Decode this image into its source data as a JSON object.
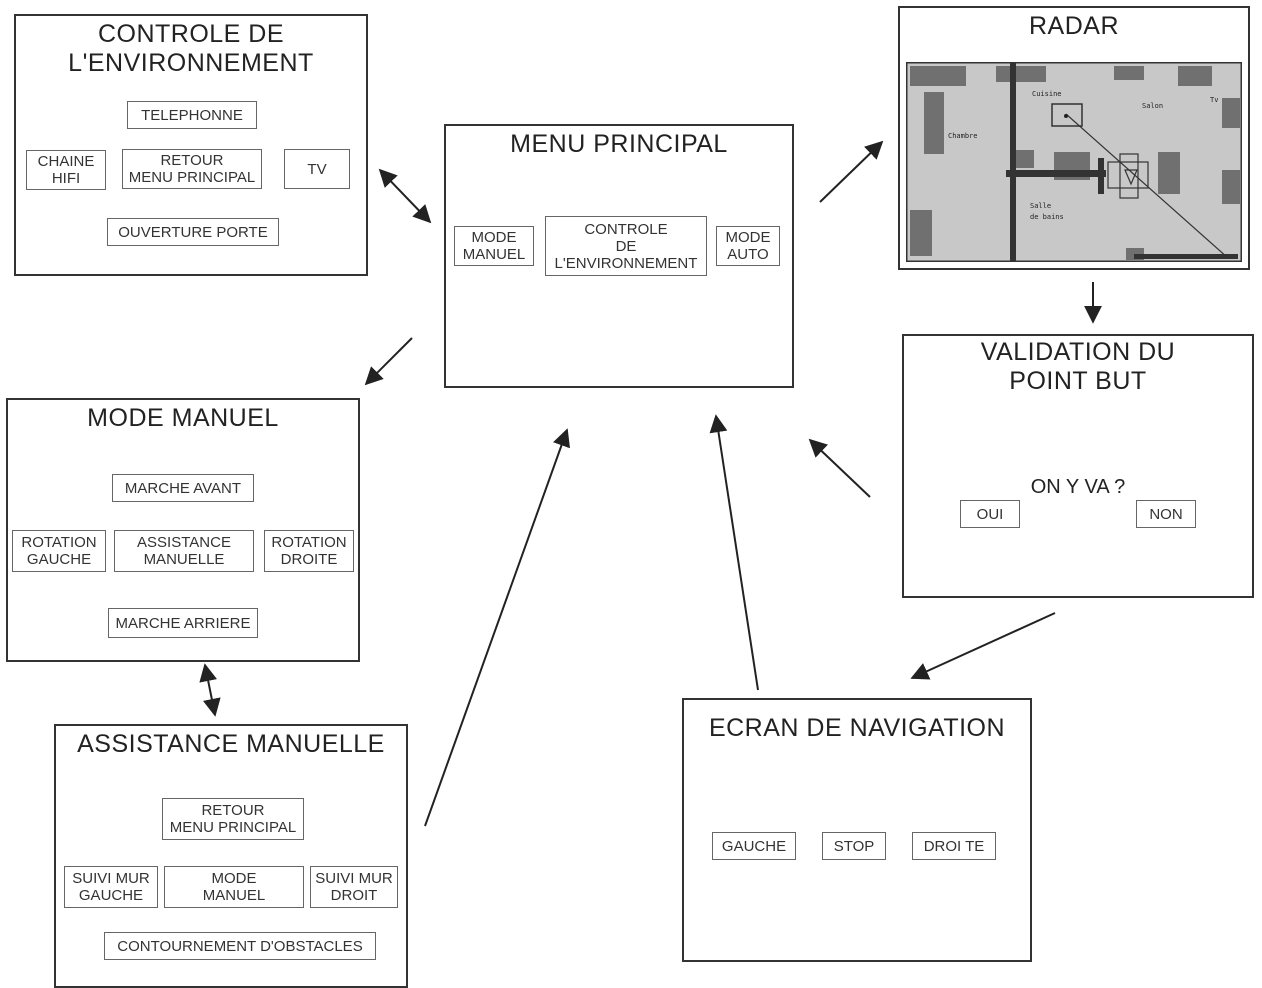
{
  "env_control": {
    "title": "CONTROLE DE\nL'ENVIRONNEMENT",
    "telephone": "TELEPHONNE",
    "hifi": "CHAINE\nHIFI",
    "back_main": "RETOUR\nMENU PRINCIPAL",
    "tv": "TV",
    "door": "OUVERTURE PORTE"
  },
  "main_menu": {
    "title": "MENU PRINCIPAL",
    "manual": "MODE\nMANUEL",
    "env": "CONTROLE\nDE\nL'ENVIRONNEMENT",
    "auto": "MODE\nAUTO"
  },
  "radar": {
    "title": "RADAR",
    "rooms": {
      "kitchen": "Cuisine",
      "living": "Salon",
      "tv": "Tv",
      "bedroom": "Chambre",
      "bathroom_line1": "Salle",
      "bathroom_line2": "de bains"
    }
  },
  "validation": {
    "title": "VALIDATION DU\nPOINT BUT",
    "question": "ON Y VA ?",
    "yes": "OUI",
    "no": "NON"
  },
  "manual_mode": {
    "title": "MODE MANUEL",
    "forward": "MARCHE AVANT",
    "rot_left": "ROTATION\nGAUCHE",
    "assist": "ASSISTANCE\nMANUELLE",
    "rot_right": "ROTATION\nDROITE",
    "backward": "MARCHE ARRIERE"
  },
  "assist_manual": {
    "title": "ASSISTANCE MANUELLE",
    "back_main": "RETOUR\nMENU PRINCIPAL",
    "wall_left": "SUIVI MUR\nGAUCHE",
    "manual_mode": "MODE\nMANUEL",
    "wall_right": "SUIVI MUR\nDROIT",
    "avoid": "CONTOURNEMENT D'OBSTACLES"
  },
  "navigation": {
    "title": "ECRAN DE NAVIGATION",
    "left": "GAUCHE",
    "stop": "STOP",
    "right": "DROI TE"
  },
  "colors": {
    "map_floor": "#c8c8c8",
    "map_furniture": "#707070",
    "map_wall": "#333333"
  }
}
